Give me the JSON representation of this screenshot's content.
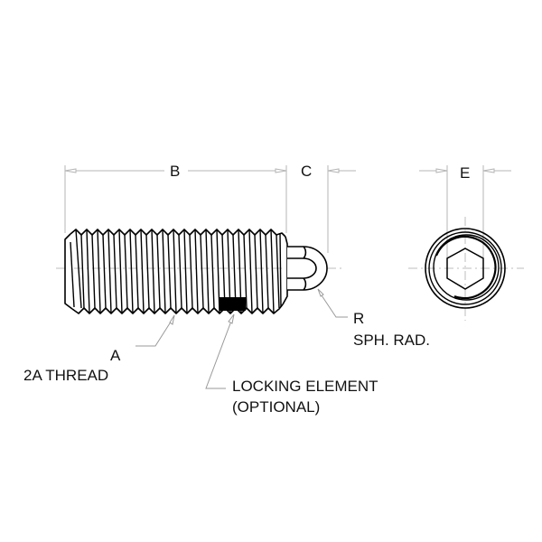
{
  "drawing": {
    "title": "Spring plunger technical drawing",
    "colors": {
      "line": "#000000",
      "leader": "#9a9a9a",
      "centerline": "#bdbdbd",
      "background": "#ffffff"
    }
  },
  "dimensions": {
    "B": "B",
    "C": "C",
    "E": "E"
  },
  "callouts": {
    "thread_letter": "A",
    "thread_desc": "2A THREAD",
    "locking_line1": "LOCKING ELEMENT",
    "locking_line2": "(OPTIONAL)",
    "radius_letter": "R",
    "radius_desc": "SPH. RAD."
  }
}
